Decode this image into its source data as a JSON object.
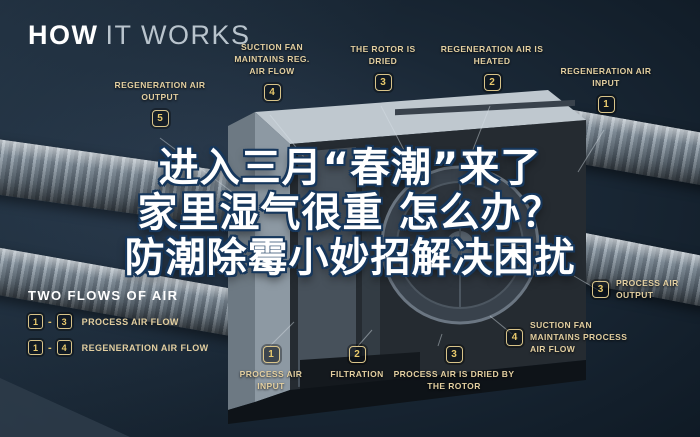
{
  "title": {
    "word_bold": "HOW",
    "word_light": "IT WORKS"
  },
  "headline": {
    "line1": "进入三月“春潮”来了",
    "line2": "家里湿气很重 怎么办？",
    "line3": "防潮除霉小妙招解决困扰"
  },
  "callouts": {
    "regen_output": {
      "num": "5",
      "label": "REGENERATION AIR OUTPUT"
    },
    "suction_fan_reg": {
      "num": "4",
      "label": "SUCTION FAN MAINTAINS REG. AIR FLOW"
    },
    "rotor_dried": {
      "num": "3",
      "label": "THE ROTOR IS DRIED"
    },
    "regen_heated": {
      "num": "2",
      "label": "REGENERATION AIR IS HEATED"
    },
    "regen_input": {
      "num": "1",
      "label": "REGENERATION AIR INPUT"
    },
    "process_output": {
      "num": "3",
      "label": "PROCESS AIR OUTPUT"
    },
    "suction_fan_process": {
      "num": "4",
      "label": "SUCTION FAN MAINTAINS PROCESS AIR FLOW"
    },
    "process_input": {
      "num": "1",
      "label": "PROCESS AIR INPUT"
    },
    "filtration": {
      "num": "2",
      "label": "FILTRATION"
    },
    "process_dried": {
      "num": "3",
      "label": "PROCESS AIR IS DRIED BY THE ROTOR"
    }
  },
  "legend": {
    "heading": "TWO FLOWS OF AIR",
    "dash": "-",
    "rows": [
      {
        "from": "1",
        "to": "3",
        "label": "PROCESS AIR FLOW"
      },
      {
        "from": "1",
        "to": "4",
        "label": "REGENERATION AIR FLOW"
      }
    ]
  },
  "colors": {
    "background": "#1a2836",
    "accent_text": "#e3cfa0",
    "badge_border": "#d9c489",
    "badge_number": "#e8c96d",
    "headline_fill": "#ffffff",
    "headline_outline": "#16375c"
  }
}
